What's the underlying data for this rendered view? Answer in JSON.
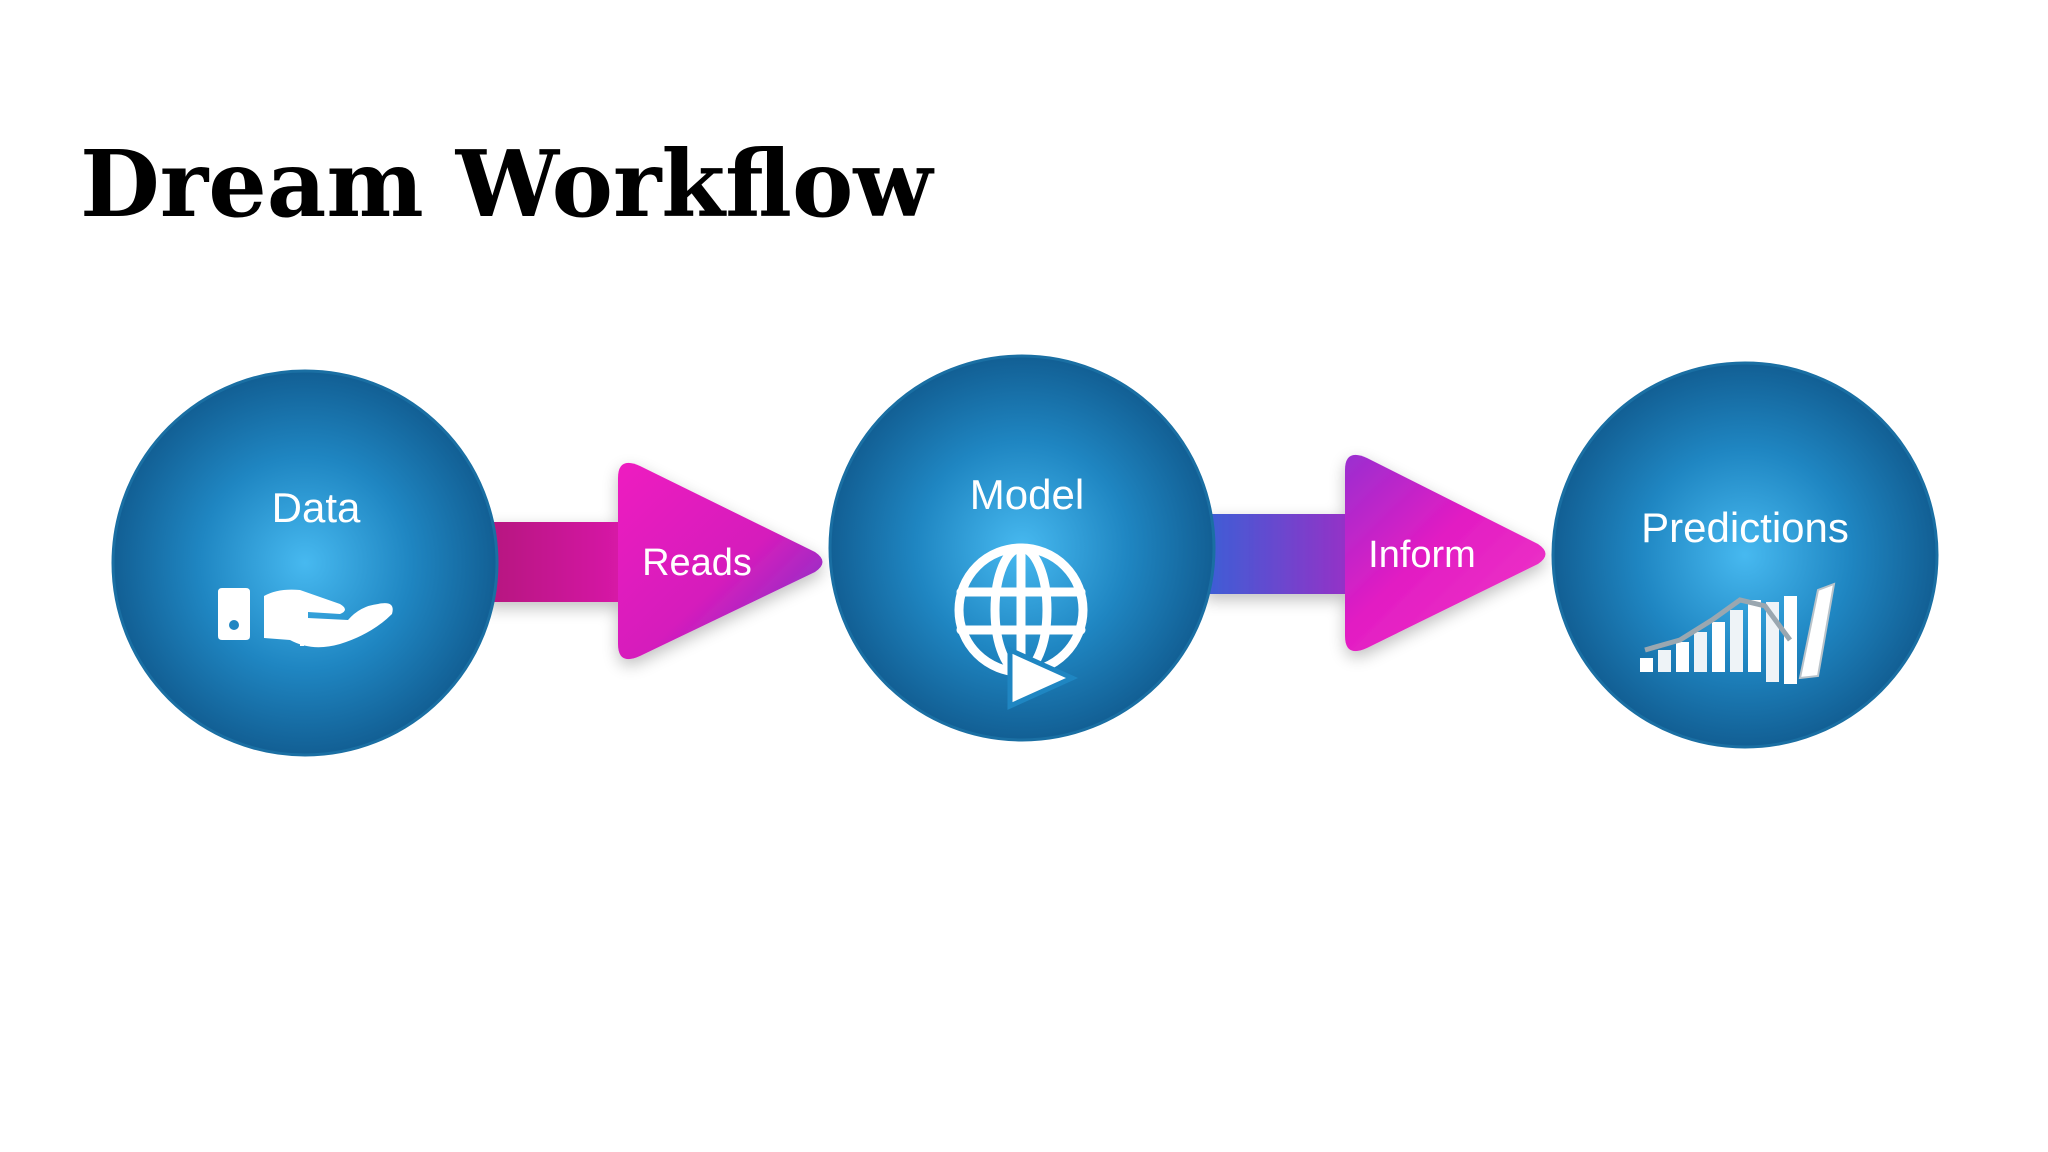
{
  "slide": {
    "title": "Dream Workflow"
  },
  "workflow": {
    "nodes": [
      {
        "label": "Data",
        "icon": "hand-holding-icon"
      },
      {
        "label": "Model",
        "icon": "globe-arrow-icon"
      },
      {
        "label": "Predictions",
        "icon": "bar-chart-rising-icon"
      }
    ],
    "connectors": [
      {
        "label": "Reads"
      },
      {
        "label": "Inform"
      }
    ]
  },
  "colors": {
    "circle": "#1d7fb8",
    "circle_center": "#3fb0ea",
    "circle_edge": "#0f5f92",
    "arrow_magenta": "#e81cc0",
    "arrow_purple": "#7b3cd0",
    "arrow_blue": "#3b5fd6"
  }
}
